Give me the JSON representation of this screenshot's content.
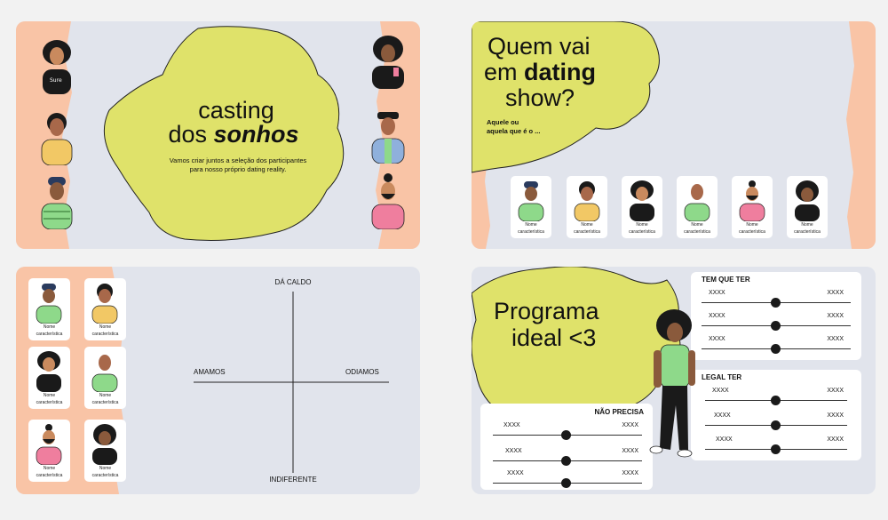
{
  "colors": {
    "slide_bg": "#e1e4ec",
    "peach": "#f9c4a6",
    "yellow": "#dfe26a",
    "green": "#8ed98a",
    "pink": "#ef7e9e",
    "mustard": "#f2c865",
    "blue": "#8fb0dc",
    "skin": "#c98a5e",
    "dark": "#1a1a1a"
  },
  "slide1": {
    "title_line1": "casting",
    "title_line2_a": "dos ",
    "title_line2_b": "sonhos",
    "subtitle": "Vamos criar juntos a seleção dos participantes para nosso próprio dating reality."
  },
  "slide2": {
    "title_line1": "Quem vai",
    "title_line2_a": "em ",
    "title_line2_b": "dating",
    "title_line3": "show?",
    "subtitle_line1": "Aquele ou",
    "subtitle_line2": "aquela que é o ...",
    "card_name": "Nome",
    "card_caption": "característica"
  },
  "slide3": {
    "top": "DÁ CALDO",
    "bottom": "INDIFERENTE",
    "left": "AMAMOS",
    "right": "ODIAMOS",
    "card_name": "Nome",
    "card_caption": "característica"
  },
  "slide4": {
    "title_line1": "Programa",
    "title_line2": "ideal <3",
    "panel_must": "TEM QUE TER",
    "panel_nice": "LEGAL TER",
    "panel_no": "NÃO PRECISA",
    "placeholder": "XXXX"
  }
}
